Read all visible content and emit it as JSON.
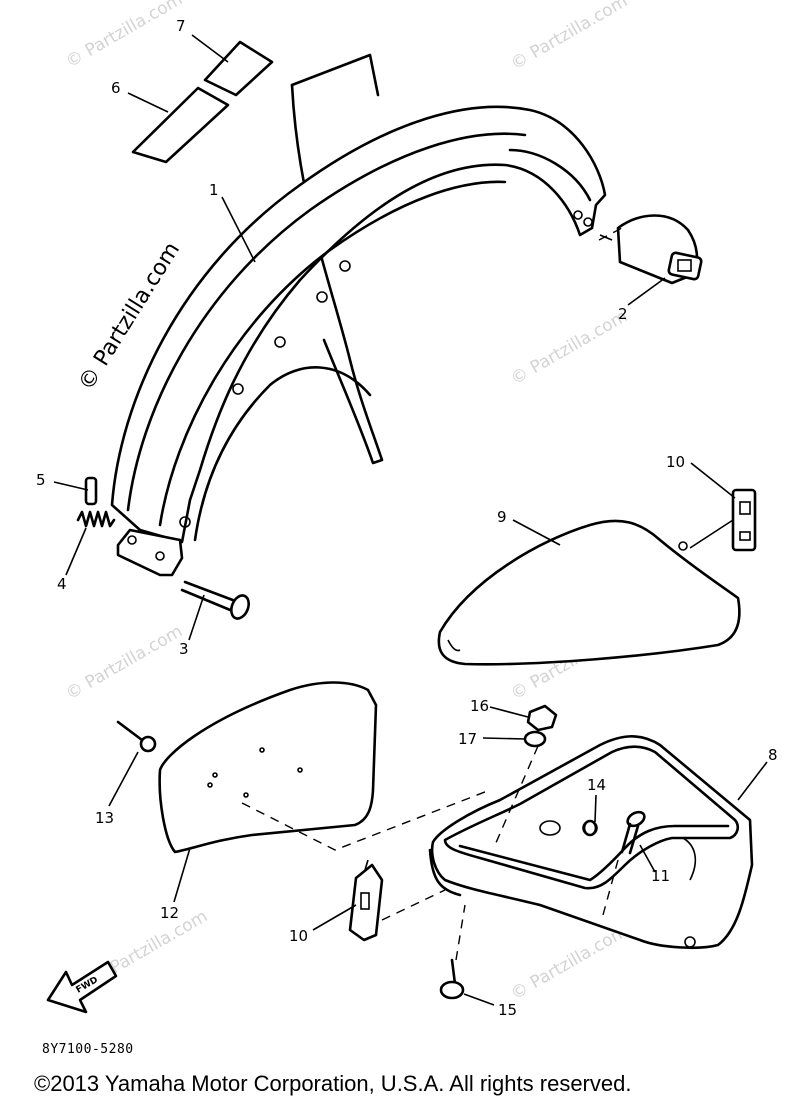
{
  "diagram": {
    "callouts": [
      "1",
      "2",
      "3",
      "4",
      "5",
      "6",
      "7",
      "8",
      "9",
      "10",
      "10",
      "11",
      "12",
      "13",
      "14",
      "15",
      "16",
      "17"
    ],
    "fwd_label": "FWD",
    "watermark_main": "© Partzilla.com",
    "watermark_faint": "© Partzilla.com"
  },
  "footer": {
    "part_code": "8Y7100-5280",
    "copyright": "©2013 Yamaha Motor Corporation, U.S.A. All rights reserved."
  }
}
